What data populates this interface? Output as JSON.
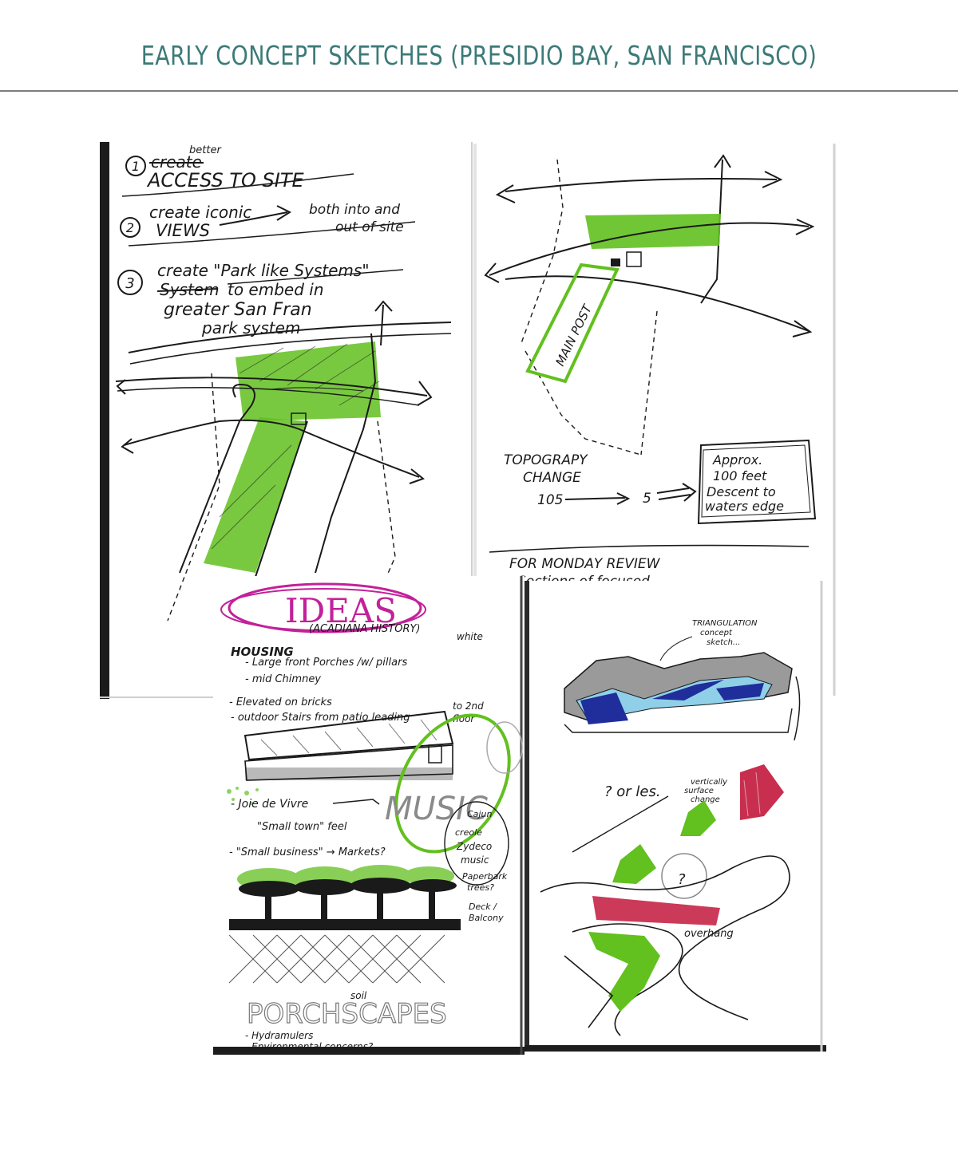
{
  "page": {
    "title": "EARLY CONCEPT SKETCHES (PRESIDIO BAY, SAN FRANCISCO)",
    "title_color": "#3b7a78"
  },
  "sketch_top_left": {
    "note_1_num": "1",
    "note_1_strike": "create",
    "note_1_insert": "better",
    "note_1_text": "ACCESS TO SITE",
    "note_2_num": "2",
    "note_2_line1": "create iconic",
    "note_2_line2": "VIEWS",
    "note_2_right1": "both into and",
    "note_2_right2": "out of site",
    "note_3_num": "3",
    "note_3_line1": "create \"Park like Systems\"",
    "note_3_line2a": "System",
    "note_3_line2b": "to embed in",
    "note_3_line3": "greater San Fran",
    "note_3_line4": "park system"
  },
  "sketch_top_right": {
    "main_post": "MAIN POST",
    "topo_line1": "TOPOGRAPY",
    "topo_line2": "CHANGE",
    "topo_from": "105",
    "topo_to": "5",
    "box_line1": "Approx.",
    "box_line2": "100 feet",
    "box_line3": "Descent to",
    "box_line4": "waters edge",
    "review_line1": "FOR MONDAY REVIEW",
    "review_line2": "Sections of focused"
  },
  "sketch_bottom_left": {
    "ideas": "IDEAS",
    "housing": "HOUSING",
    "acadiana": "(ACADIANA HISTORY)",
    "white": "white",
    "line1": "- Large front Porches /w/ pillars",
    "line2": "- mid Chimney",
    "line3": "- Elevated on bricks",
    "line4": "- outdoor Stairs from patio leading",
    "line4b": "to 2nd",
    "line4c": "floor",
    "joie": "- Joie de Vivre",
    "music": "MUSIC",
    "small_town": "\"Small town\" feel",
    "cajun": "Cajun",
    "creole": "creole",
    "zydeco1": "Zydeco",
    "zydeco2": "music",
    "small_business": "- \"Small business\" → Markets?",
    "paperbark1": "Paperbark",
    "paperbark2": "trees?",
    "deck1": "Deck /",
    "deck2": "Balcony",
    "soil": "soil",
    "porchscapes": "PORCHSCAPES",
    "hydra": "- Hydramulers",
    "env": "- Environmental concerns?"
  },
  "sketch_bottom_right": {
    "tri1": "TRIANGULATION",
    "tri2": "concept",
    "tri3": "sketch...",
    "or_less": "? or les.",
    "vert1": "vertically",
    "vert2": "surface",
    "vert3": "change",
    "q_mark": "?",
    "overhang": "overhang"
  },
  "colors": {
    "ink": "#1a1a1a",
    "green": "#62c01f",
    "magenta": "#c2219a",
    "blue": "#1f2e9a",
    "light_blue": "#8fd0e8",
    "red": "#c2183c",
    "gray": "#8a8a8a"
  }
}
